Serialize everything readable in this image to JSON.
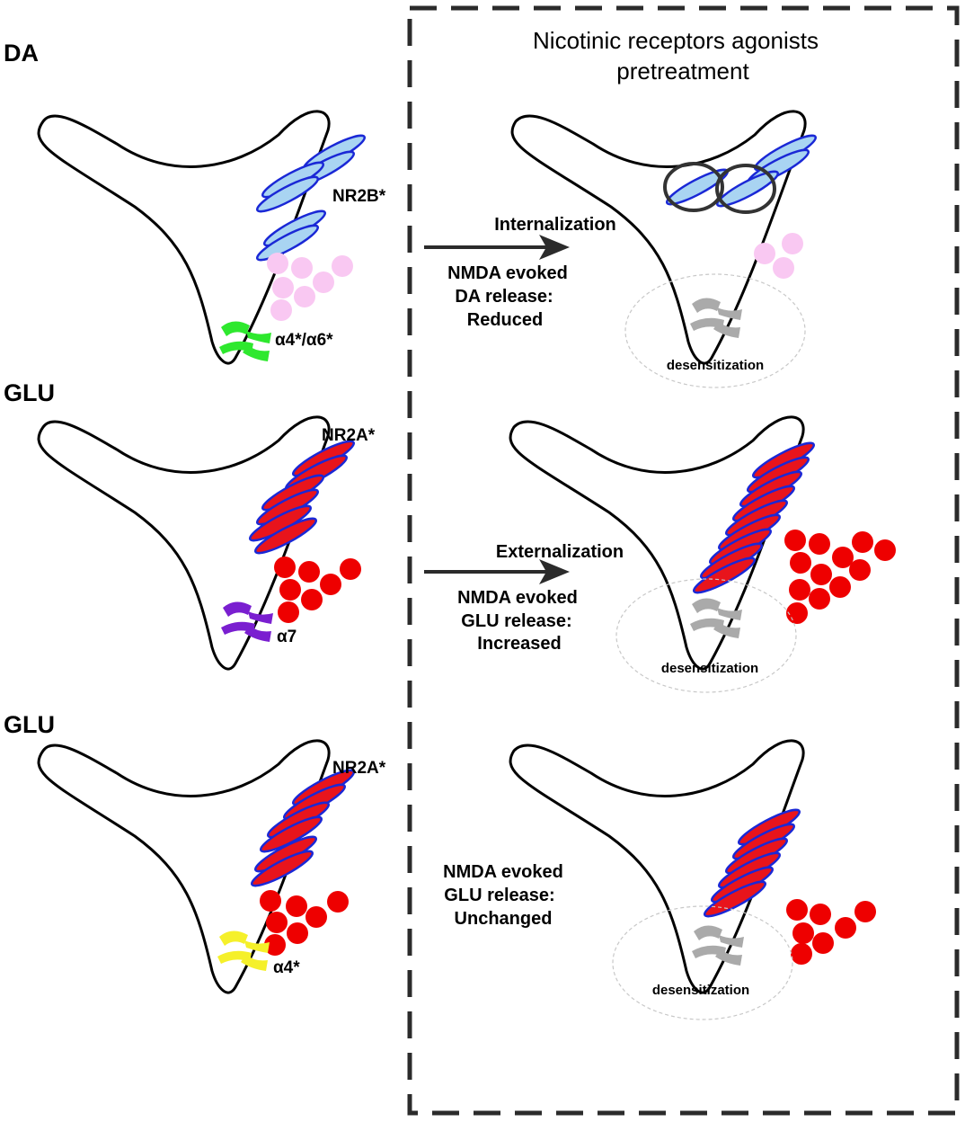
{
  "panel": {
    "title_line1": "Nicotinic receptors agonists",
    "title_line2": "pretreatment"
  },
  "rows": [
    {
      "label": "DA",
      "nmda_receptor": "NR2B*",
      "nicotinic_receptor": "α4*/α6*",
      "arrow_label": "Internalization",
      "effect_lines": [
        "NMDA evoked",
        "DA release:",
        "Reduced"
      ],
      "desensitization": "desensitization"
    },
    {
      "label": "GLU",
      "nmda_receptor": "NR2A*",
      "nicotinic_receptor": "α7",
      "arrow_label": "Externalization",
      "effect_lines": [
        "NMDA evoked",
        "GLU release:",
        "Increased"
      ],
      "desensitization": "desensitization"
    },
    {
      "label": "GLU",
      "nmda_receptor": "NR2A*",
      "nicotinic_receptor": "α4*",
      "effect_lines": [
        "NMDA evoked",
        "GLU release:",
        "Unchanged"
      ],
      "desensitization": "desensitization"
    }
  ],
  "colors": {
    "nr2b_fill": "#a9d4f2",
    "nr2a_fill": "#e8141c",
    "receptor_outline": "#1a28d6",
    "da_vesicle": "#f9c8f2",
    "glu_vesicle": "#ee0000",
    "alpha4_alpha6": "#2ee82e",
    "alpha7": "#7a1fd0",
    "alpha4": "#f5f02a",
    "desensitized": "#aaaaaa"
  }
}
